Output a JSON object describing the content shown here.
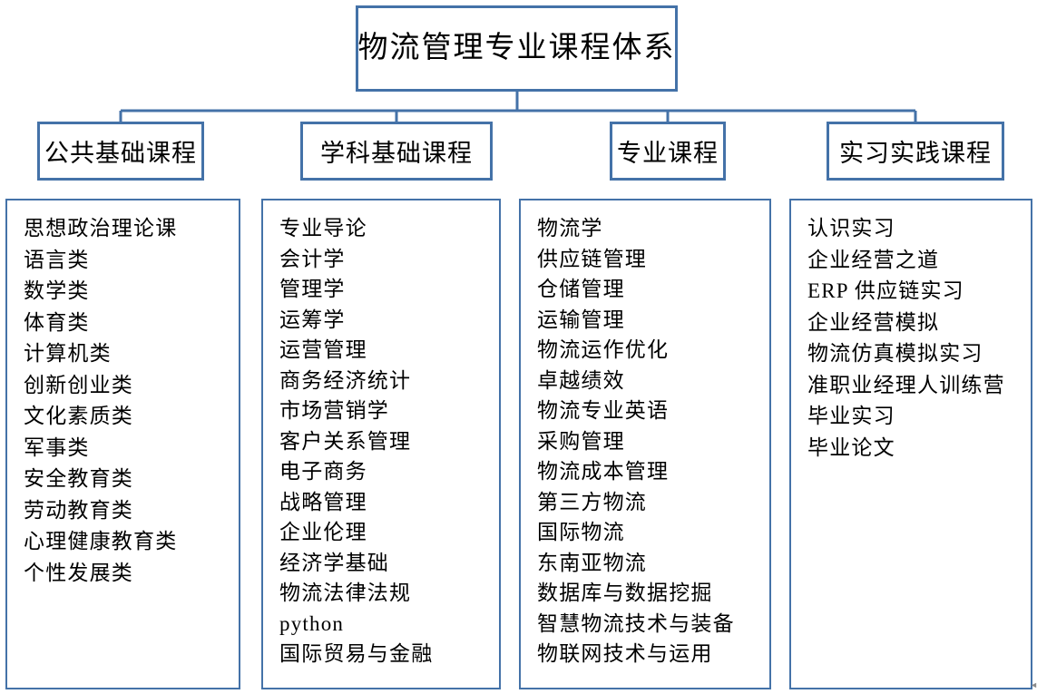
{
  "diagram": {
    "title": "物流管理专业课程体系",
    "accent_color": "#4472a8",
    "background_color": "#ffffff",
    "text_color": "#000000",
    "edge_artifact": "◄"
  },
  "categories": [
    {
      "label": "公共基础课程",
      "courses": [
        "思想政治理论课",
        "语言类",
        "数学类",
        "体育类",
        "计算机类",
        "创新创业类",
        "文化素质类",
        "军事类",
        "安全教育类",
        "劳动教育类",
        "心理健康教育类",
        "个性发展类"
      ]
    },
    {
      "label": "学科基础课程",
      "courses": [
        "专业导论",
        "会计学",
        "管理学",
        "运筹学",
        "运营管理",
        "商务经济统计",
        "市场营销学",
        "客户关系管理",
        "电子商务",
        "战略管理",
        "企业伦理",
        "经济学基础",
        "物流法律法规",
        "python",
        "国际贸易与金融"
      ]
    },
    {
      "label": "专业课程",
      "courses": [
        "物流学",
        "供应链管理",
        "仓储管理",
        "运输管理",
        "物流运作优化",
        "卓越绩效",
        "物流专业英语",
        "采购管理",
        "物流成本管理",
        "第三方物流",
        "国际物流",
        "东南亚物流",
        "数据库与数据挖掘",
        "智慧物流技术与装备",
        "物联网技术与运用"
      ]
    },
    {
      "label": "实习实践课程",
      "courses": [
        "认识实习",
        "企业经营之道",
        "ERP 供应链实习",
        "企业经营模拟",
        "物流仿真模拟实习",
        "准职业经理人训练营",
        "毕业实习",
        "毕业论文"
      ]
    }
  ]
}
